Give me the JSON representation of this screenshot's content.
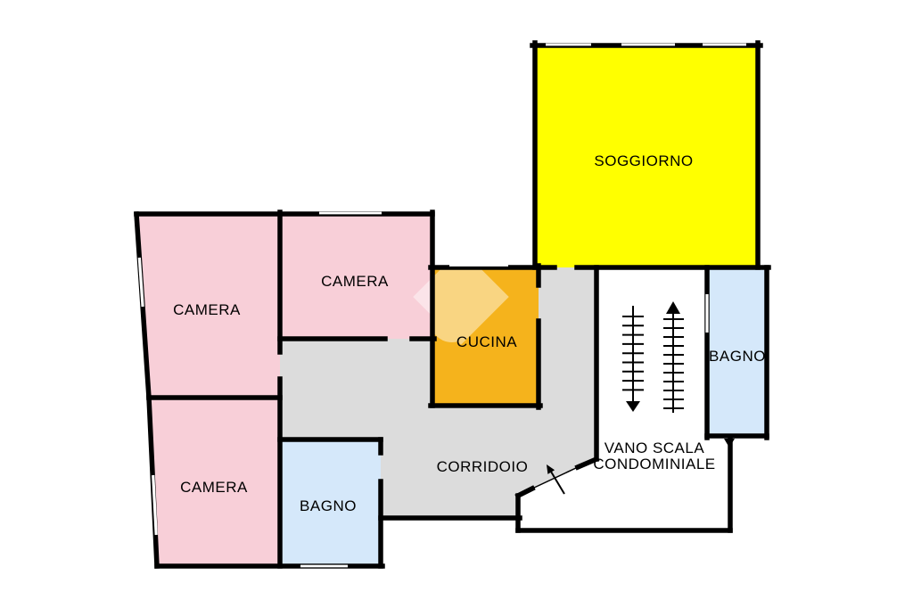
{
  "rooms": {
    "soggiorno": {
      "label": "SOGGIORNO"
    },
    "camera_nw": {
      "label": "CAMERA"
    },
    "camera_n": {
      "label": "CAMERA"
    },
    "camera_sw": {
      "label": "CAMERA"
    },
    "cucina": {
      "label": "CUCINA"
    },
    "bagno_w": {
      "label": "BAGNO"
    },
    "bagno_e": {
      "label": "BAGNO"
    },
    "corridoio": {
      "label": "CORRIDOIO"
    }
  },
  "stairwell": {
    "label_line1": "VANO SCALA",
    "label_line2": "CONDOMINIALE"
  },
  "colors": {
    "bedroom_pink": "#f8cfd8",
    "living_room_yellow": "#ffff00",
    "kitchen_orange": "#f5b31c",
    "bathroom_blue": "#d5e8fa",
    "corridor_gray": "#dcdcdc",
    "wall_black": "#000000",
    "background_white": "#ffffff"
  }
}
